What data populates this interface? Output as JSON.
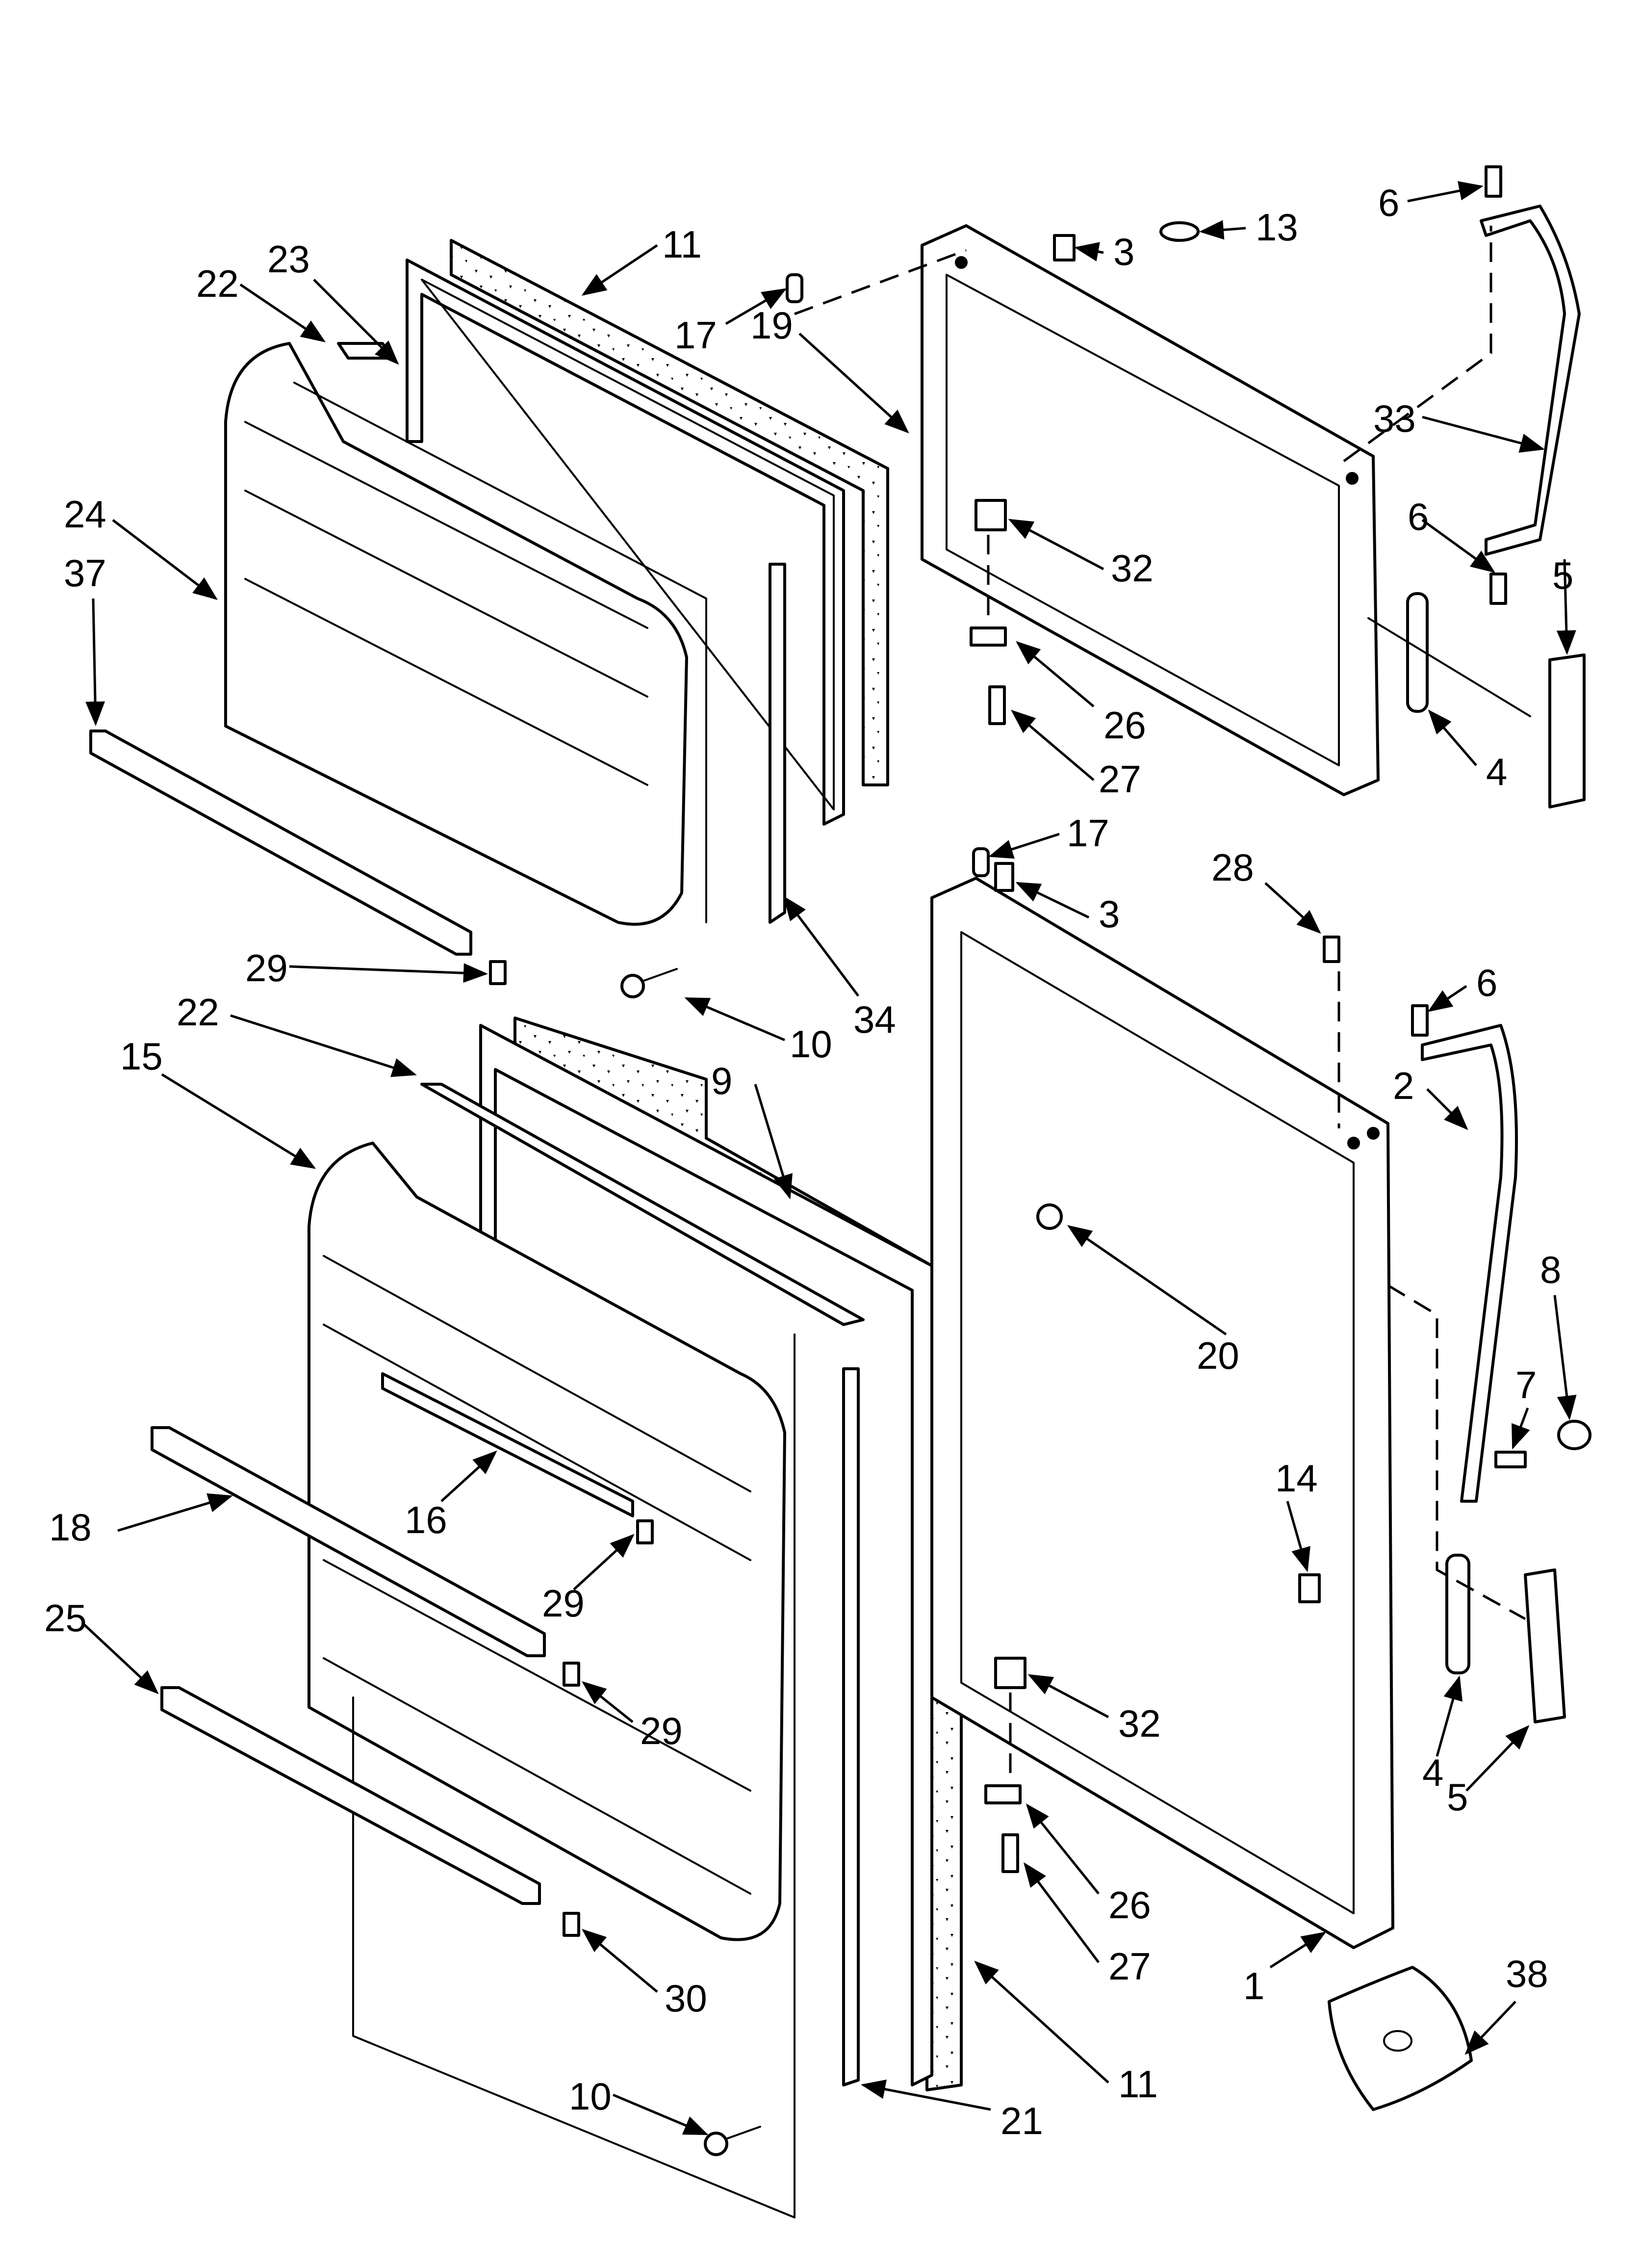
{
  "diagram": {
    "kind": "exploded parts diagram — refrigerator doors",
    "colors": {
      "line": "#000000",
      "background": "#ffffff"
    },
    "callouts": [
      "1",
      "2",
      "3",
      "3",
      "4",
      "4",
      "5",
      "5",
      "6",
      "6",
      "6",
      "7",
      "8",
      "9",
      "10",
      "10",
      "11",
      "11",
      "13",
      "14",
      "15",
      "16",
      "17",
      "17",
      "18",
      "19",
      "20",
      "21",
      "22",
      "22",
      "23",
      "24",
      "25",
      "26",
      "26",
      "27",
      "27",
      "28",
      "29",
      "29",
      "29",
      "30",
      "32",
      "32",
      "33",
      "34",
      "37",
      "38"
    ]
  }
}
